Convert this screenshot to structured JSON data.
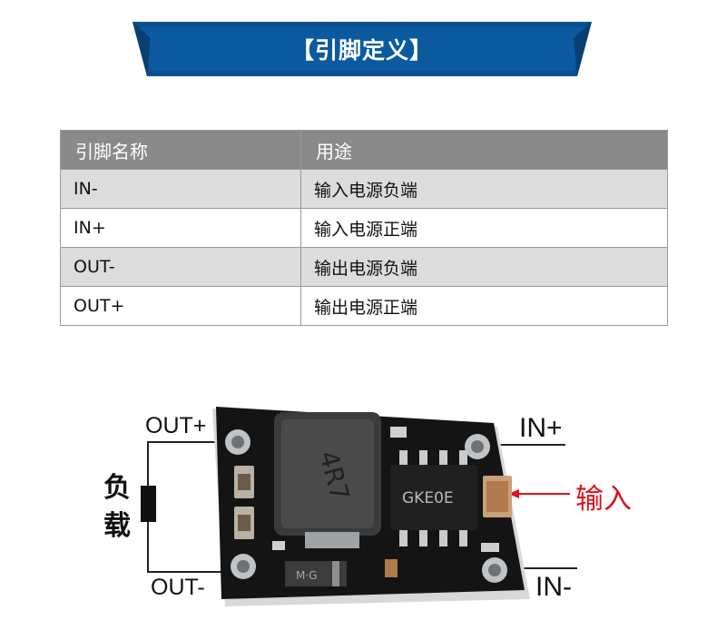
{
  "banner": {
    "title": "【引脚定义】",
    "color": "#0b5aa0"
  },
  "table": {
    "headers": [
      "引脚名称",
      "用途"
    ],
    "rows": [
      {
        "pin": "IN-",
        "use": "输入电源负端"
      },
      {
        "pin": "IN+",
        "use": "输入电源正端"
      },
      {
        "pin": "OUT-",
        "use": "输出电源负端"
      },
      {
        "pin": "OUT+",
        "use": "输出电源正端"
      }
    ]
  },
  "diagram": {
    "labels": {
      "out_plus": "OUT+",
      "out_minus": "OUT-",
      "in_plus": "IN+",
      "in_minus": "IN-",
      "load_1": "负",
      "load_2": "载",
      "input": "输入"
    },
    "chip_marking": "GKE0E",
    "inductor_marking": "4R7",
    "diode_marking": "M·G",
    "input_color": "#e0101a"
  }
}
